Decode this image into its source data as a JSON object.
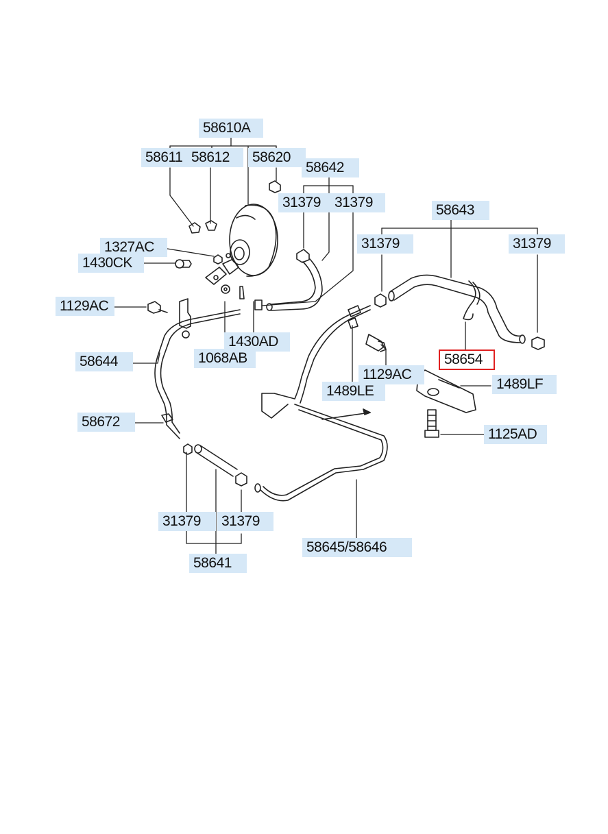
{
  "labels": {
    "l58610A": "58610A",
    "l58611": "58611",
    "l58612": "58612",
    "l58620": "58620",
    "l58642": "58642",
    "l31379a": "31379",
    "l31379b": "31379",
    "l58643": "58643",
    "l31379c": "31379",
    "l31379d": "31379",
    "l1327AC": "1327AC",
    "l1430CK": "1430CK",
    "l1129ACa": "1129AC",
    "l1430AD": "1430AD",
    "l1068AB": "1068AB",
    "l58644": "58644",
    "l58654": "58654",
    "l1129ACb": "1129AC",
    "l1489LF": "1489LF",
    "l1489LE": "1489LE",
    "l58672": "58672",
    "l1125AD": "1125AD",
    "l31379e": "31379",
    "l31379f": "31379",
    "l58645": "58645/58646",
    "l58641": "58641"
  },
  "colors": {
    "label_bg": "#d6e8f7",
    "highlight_border": "#e02020",
    "line": "#222222"
  }
}
